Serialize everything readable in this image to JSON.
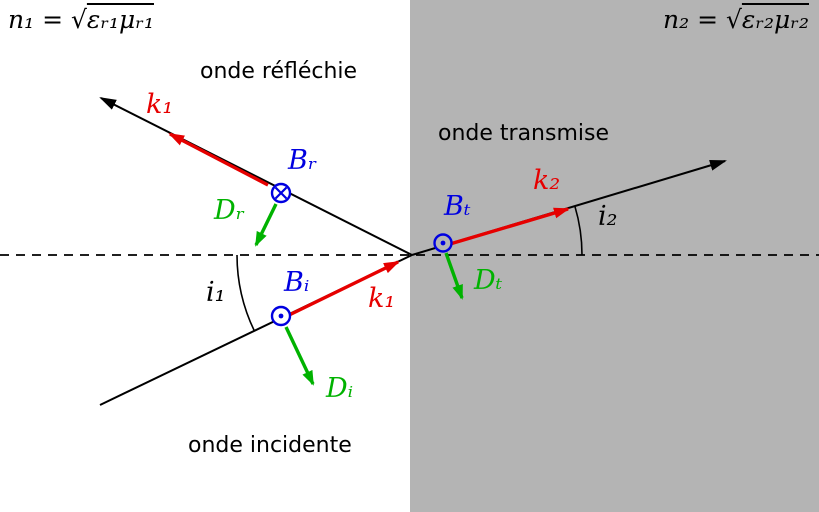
{
  "media": {
    "n1": {
      "prefix": "n₁ = √",
      "radicand": "εᵣ₁μᵣ₁"
    },
    "n2": {
      "prefix": "n₂ = √",
      "radicand": "εᵣ₂μᵣ₂"
    }
  },
  "wave_labels": {
    "reflected": "onde réfléchie",
    "transmitted": "onde transmise",
    "incident": "onde incidente"
  },
  "vector_labels": {
    "k1_reflected": "k₁",
    "k1_incident": "k₁",
    "k2": "k₂",
    "b_reflected": "Bᵣ",
    "b_incident": "Bᵢ",
    "b_transmitted": "Bₜ",
    "d_reflected": "Dᵣ",
    "d_incident": "Dᵢ",
    "d_transmitted": "Dₜ"
  },
  "angle_labels": {
    "i1": "i₁",
    "i2": "i₂"
  },
  "colors": {
    "medium2_background": "#b4b4b4",
    "wave_vector_red": "#e60000",
    "displacement_green": "#00b200",
    "magnetic_blue": "#0000e0",
    "line_black": "#000000"
  }
}
